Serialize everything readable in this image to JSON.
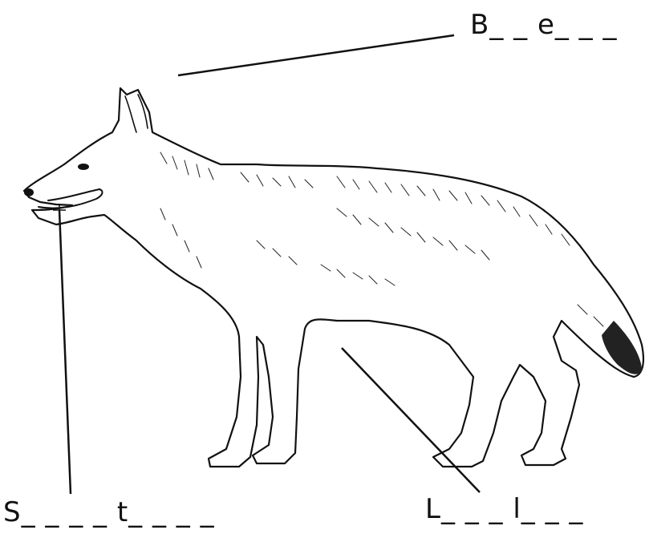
{
  "labels": {
    "top": "B_ _ e_ _ _",
    "bottom_left": "S_ _ _ _ t_ _ _ _",
    "bottom_right": "L_ _ _ l_ _ _"
  },
  "illustration": {
    "subject": "wolf-line-drawing"
  },
  "colors": {
    "ink": "#111111",
    "background": "#ffffff"
  }
}
